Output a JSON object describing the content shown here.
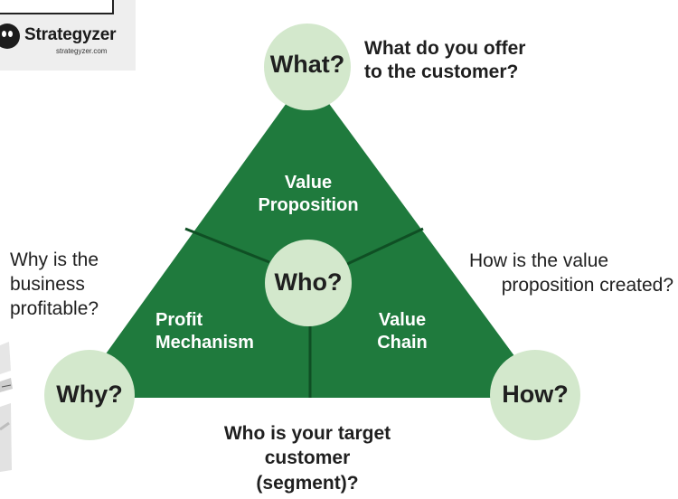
{
  "logo": {
    "name": "Strategyzer",
    "url": "strategyzer.com"
  },
  "circles": {
    "what": "What?",
    "who": "Who?",
    "why": "Why?",
    "how": "How?"
  },
  "segments": {
    "value_proposition_line1": "Value",
    "value_proposition_line2": "Proposition",
    "profit_line1": "Profit",
    "profit_line2": "Mechanism",
    "chain_line1": "Value",
    "chain_line2": "Chain"
  },
  "questions": {
    "what_line1": "What do you offer",
    "what_line2": "to the customer?",
    "why_line1": "Why is the",
    "why_line2": "business",
    "why_line3": "profitable?",
    "how_line1": "How is the value",
    "how_line2": "proposition created?",
    "who_line1": "Who is your target",
    "who_line2": "customer",
    "who_line3": "(segment)?"
  },
  "colors": {
    "triangle": "#1f7a3d",
    "circle": "#d3e8cc",
    "logo_bg": "#eeeeee"
  }
}
